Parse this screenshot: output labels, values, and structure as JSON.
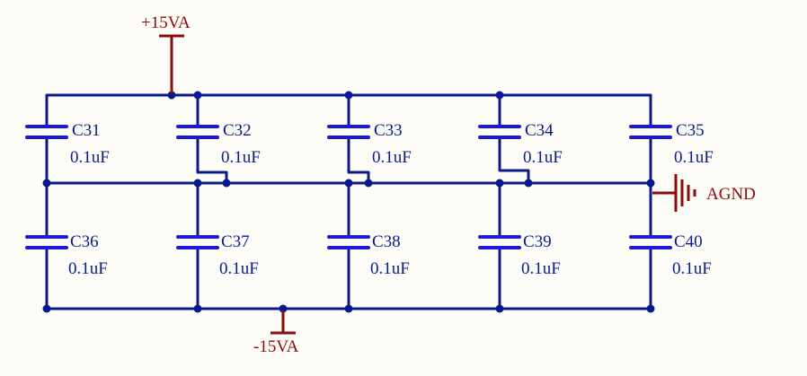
{
  "power": {
    "pos_rail": "+15VA",
    "neg_rail": "-15VA",
    "ground": "AGND"
  },
  "capacitors_top": [
    {
      "ref": "C31",
      "value": "0.1uF"
    },
    {
      "ref": "C32",
      "value": "0.1uF"
    },
    {
      "ref": "C33",
      "value": "0.1uF"
    },
    {
      "ref": "C34",
      "value": "0.1uF"
    },
    {
      "ref": "C35",
      "value": "0.1uF"
    }
  ],
  "capacitors_bottom": [
    {
      "ref": "C36",
      "value": "0.1uF"
    },
    {
      "ref": "C37",
      "value": "0.1uF"
    },
    {
      "ref": "C38",
      "value": "0.1uF"
    },
    {
      "ref": "C39",
      "value": "0.1uF"
    },
    {
      "ref": "C40",
      "value": "0.1uF"
    }
  ],
  "colors": {
    "wire": "#0a1a8c",
    "plate": "#1b1bd6",
    "power": "#8b0a0a",
    "background": "#fdfcf7"
  }
}
